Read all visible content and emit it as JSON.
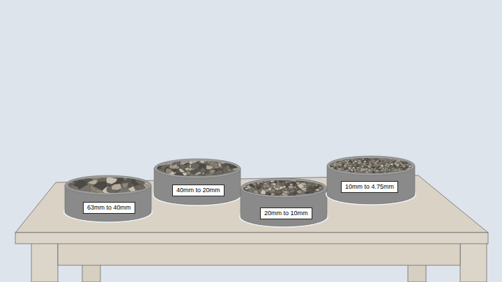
{
  "diagram": {
    "nodes": [
      {
        "text": [
          "63mm to 40mm"
        ]
      },
      {
        "text": [
          "40mm to 20mm"
        ]
      },
      {
        "text": [
          "20mm to 10mm"
        ]
      },
      {
        "text": [
          "10mm to 4.75mm"
        ]
      }
    ]
  }
}
